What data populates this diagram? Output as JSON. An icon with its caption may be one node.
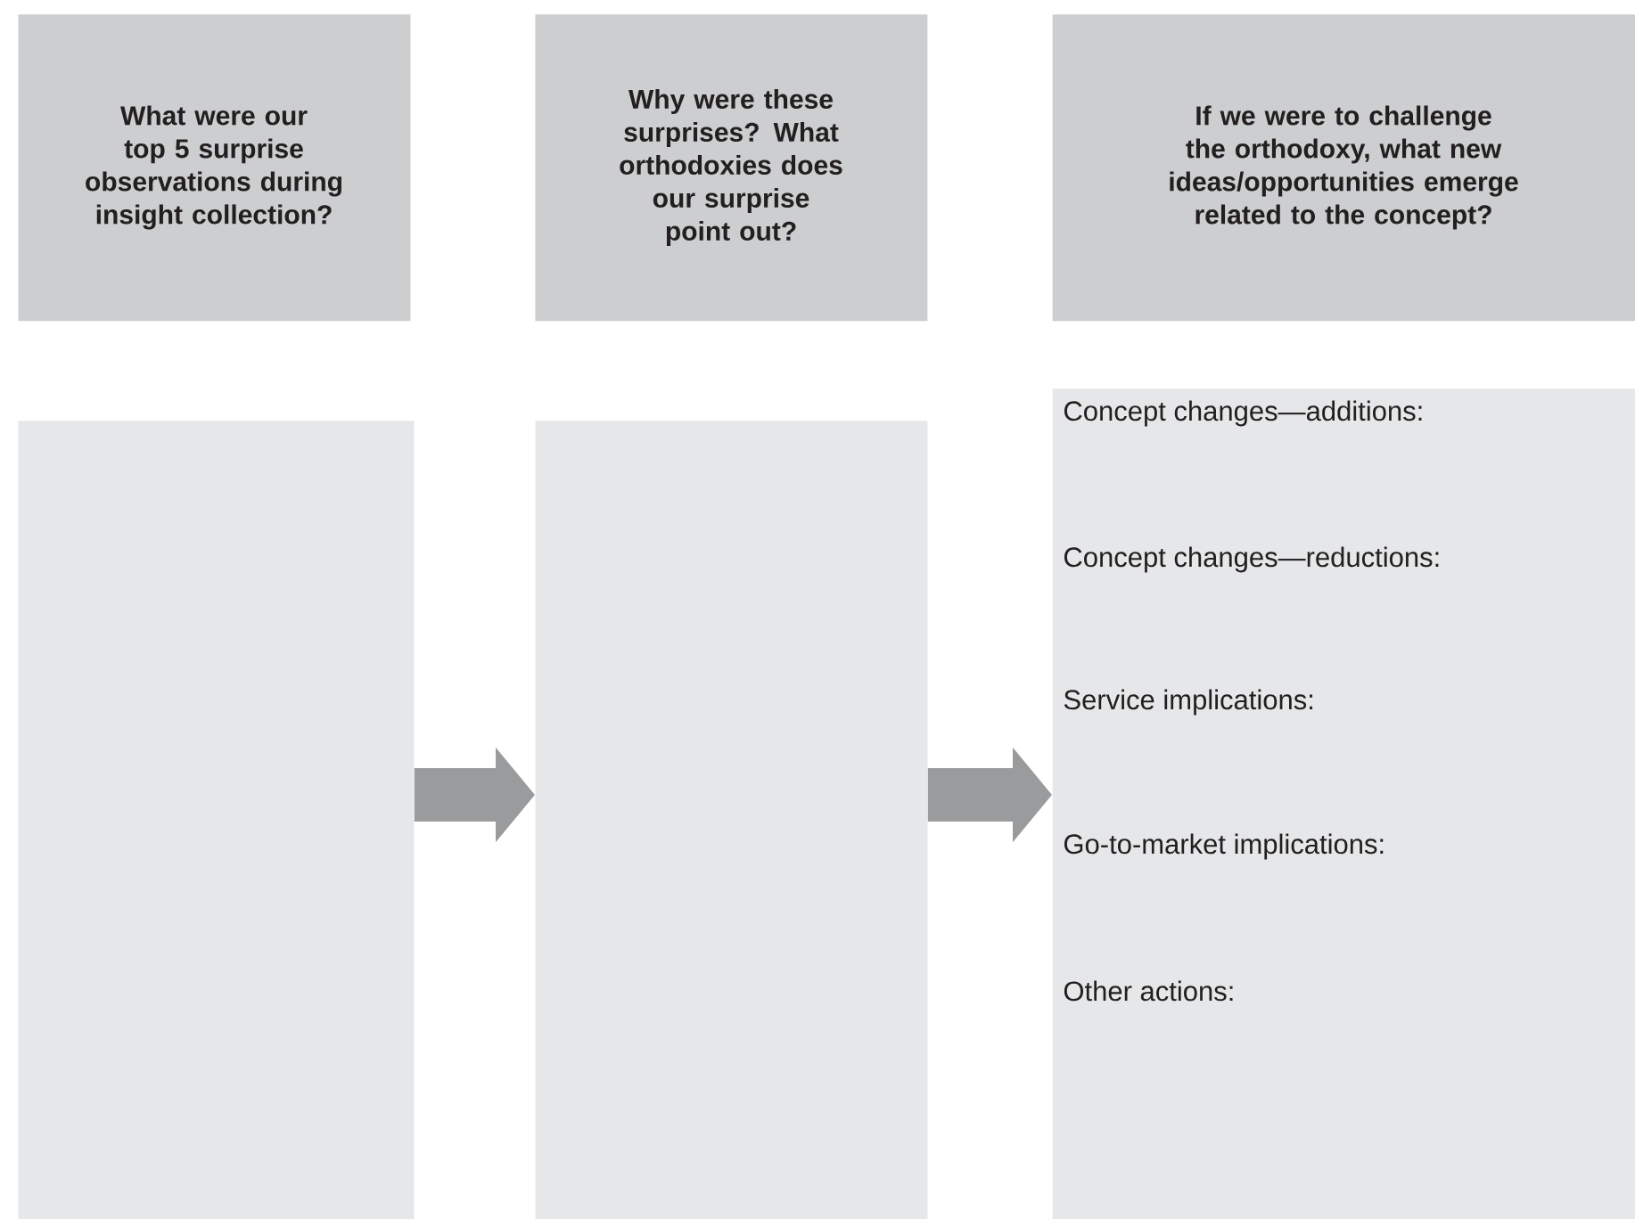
{
  "diagram": {
    "nodes": [
      {
        "text": [
          "What were our top 5 surprise observations during insight collection?"
        ]
      },
      {
        "text": [
          "Why were these surprises? What orthodoxies does our surprise point out?"
        ]
      },
      {
        "text": [
          "If we were to challenge the orthodoxy, what new ideas/opportunities emerge related to the concept?"
        ]
      },
      {
        "text": [],
        "shape": "box"
      },
      {
        "text": [],
        "shape": "box"
      },
      {
        "text": [
          "Concept changes—additions:",
          "Concept changes—reductions:",
          "Service implications:",
          "Go-to-market implications:",
          "Other actions:"
        ]
      }
    ],
    "edges": [
      {
        "from": 3,
        "to": 4,
        "arrow": "to"
      },
      {
        "from": 4,
        "to": 5,
        "arrow": "to"
      }
    ]
  }
}
